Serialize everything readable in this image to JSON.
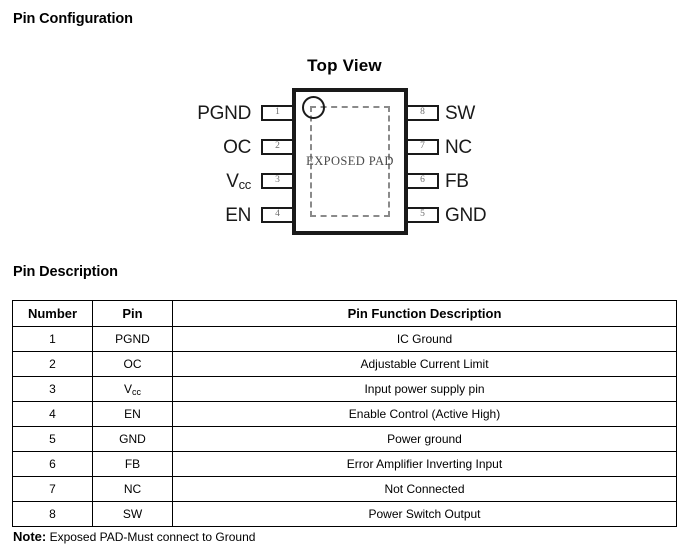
{
  "document": {
    "sections": [
      {
        "id": "pin-configuration",
        "heading": "Pin Configuration"
      },
      {
        "id": "pin-description",
        "heading": "Pin Description"
      }
    ]
  },
  "pin_configuration": {
    "view_title": "Top View",
    "package_center_label": "EXPOSED PAD",
    "pin1_indicator": "pin1-dot-circle",
    "left_pins": [
      {
        "number": "1",
        "name": "PGND"
      },
      {
        "number": "2",
        "name": "OC"
      },
      {
        "number": "3",
        "name": "Vcc",
        "name_base": "V",
        "name_sub": "cc"
      },
      {
        "number": "4",
        "name": "EN"
      }
    ],
    "right_pins": [
      {
        "number": "8",
        "name": "SW"
      },
      {
        "number": "7",
        "name": "NC"
      },
      {
        "number": "6",
        "name": "FB"
      },
      {
        "number": "5",
        "name": "GND"
      }
    ]
  },
  "pin_table": {
    "columns": [
      "Number",
      "Pin",
      "Pin Function Description"
    ],
    "rows": [
      {
        "number": "1",
        "pin": "PGND",
        "pin_base": "PGND",
        "pin_sub": "",
        "description": "IC Ground"
      },
      {
        "number": "2",
        "pin": "OC",
        "pin_base": "OC",
        "pin_sub": "",
        "description": "Adjustable Current Limit"
      },
      {
        "number": "3",
        "pin": "Vcc",
        "pin_base": "V",
        "pin_sub": "cc",
        "description": "Input power supply pin"
      },
      {
        "number": "4",
        "pin": "EN",
        "pin_base": "EN",
        "pin_sub": "",
        "description": "Enable Control (Active High)"
      },
      {
        "number": "5",
        "pin": "GND",
        "pin_base": "GND",
        "pin_sub": "",
        "description": "Power ground"
      },
      {
        "number": "6",
        "pin": "FB",
        "pin_base": "FB",
        "pin_sub": "",
        "description": "Error Amplifier Inverting Input"
      },
      {
        "number": "7",
        "pin": "NC",
        "pin_base": "NC",
        "pin_sub": "",
        "description": "Not Connected"
      },
      {
        "number": "8",
        "pin": "SW",
        "pin_base": "SW",
        "pin_sub": "",
        "description": "Power Switch Output"
      }
    ]
  },
  "note": {
    "label": "Note:",
    "text": "Exposed PAD-Must connect to Ground"
  },
  "colors": {
    "text": "#000000",
    "outline": "#1a1a1a",
    "dashed_pad": "#8a8a8a",
    "pin_number": "#6e6e6e",
    "background": "#ffffff"
  }
}
